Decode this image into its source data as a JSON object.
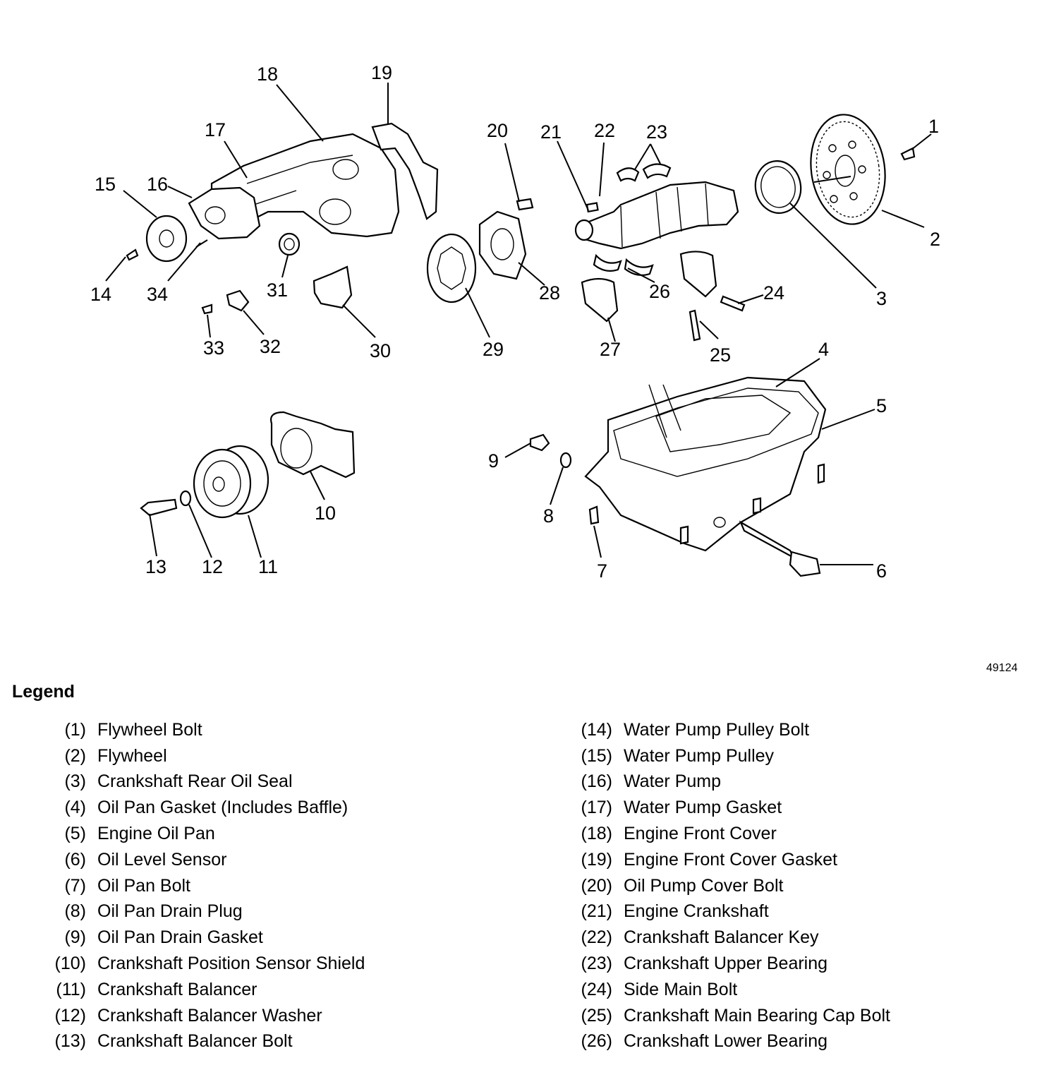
{
  "figure_id": "49124",
  "legend_title": "Legend",
  "callouts": [
    "1",
    "2",
    "3",
    "4",
    "5",
    "6",
    "7",
    "8",
    "9",
    "10",
    "11",
    "12",
    "13",
    "14",
    "15",
    "16",
    "17",
    "18",
    "19",
    "20",
    "21",
    "22",
    "23",
    "24",
    "25",
    "26",
    "27",
    "28",
    "29",
    "30",
    "31",
    "32",
    "33",
    "34"
  ],
  "legend_left": [
    {
      "num": "(1)",
      "text": "Flywheel Bolt"
    },
    {
      "num": "(2)",
      "text": "Flywheel"
    },
    {
      "num": "(3)",
      "text": "Crankshaft Rear Oil Seal"
    },
    {
      "num": "(4)",
      "text": "Oil Pan Gasket (Includes Baffle)"
    },
    {
      "num": "(5)",
      "text": "Engine Oil Pan"
    },
    {
      "num": "(6)",
      "text": "Oil Level Sensor"
    },
    {
      "num": "(7)",
      "text": "Oil Pan Bolt"
    },
    {
      "num": "(8)",
      "text": "Oil Pan Drain Plug"
    },
    {
      "num": "(9)",
      "text": "Oil Pan Drain Gasket"
    },
    {
      "num": "(10)",
      "text": "Crankshaft Position Sensor Shield"
    },
    {
      "num": "(11)",
      "text": "Crankshaft Balancer"
    },
    {
      "num": "(12)",
      "text": "Crankshaft Balancer Washer"
    },
    {
      "num": "(13)",
      "text": "Crankshaft Balancer Bolt"
    }
  ],
  "legend_right": [
    {
      "num": "(14)",
      "text": "Water Pump Pulley Bolt"
    },
    {
      "num": "(15)",
      "text": "Water Pump Pulley"
    },
    {
      "num": "(16)",
      "text": "Water Pump"
    },
    {
      "num": "(17)",
      "text": "Water Pump Gasket"
    },
    {
      "num": "(18)",
      "text": "Engine Front Cover"
    },
    {
      "num": "(19)",
      "text": "Engine Front Cover Gasket"
    },
    {
      "num": "(20)",
      "text": "Oil Pump Cover Bolt"
    },
    {
      "num": "(21)",
      "text": "Engine Crankshaft"
    },
    {
      "num": "(22)",
      "text": "Crankshaft Balancer Key"
    },
    {
      "num": "(23)",
      "text": "Crankshaft Upper Bearing"
    },
    {
      "num": "(24)",
      "text": "Side Main Bolt"
    },
    {
      "num": "(25)",
      "text": "Crankshaft Main Bearing Cap Bolt"
    },
    {
      "num": "(26)",
      "text": "Crankshaft Lower Bearing"
    }
  ]
}
